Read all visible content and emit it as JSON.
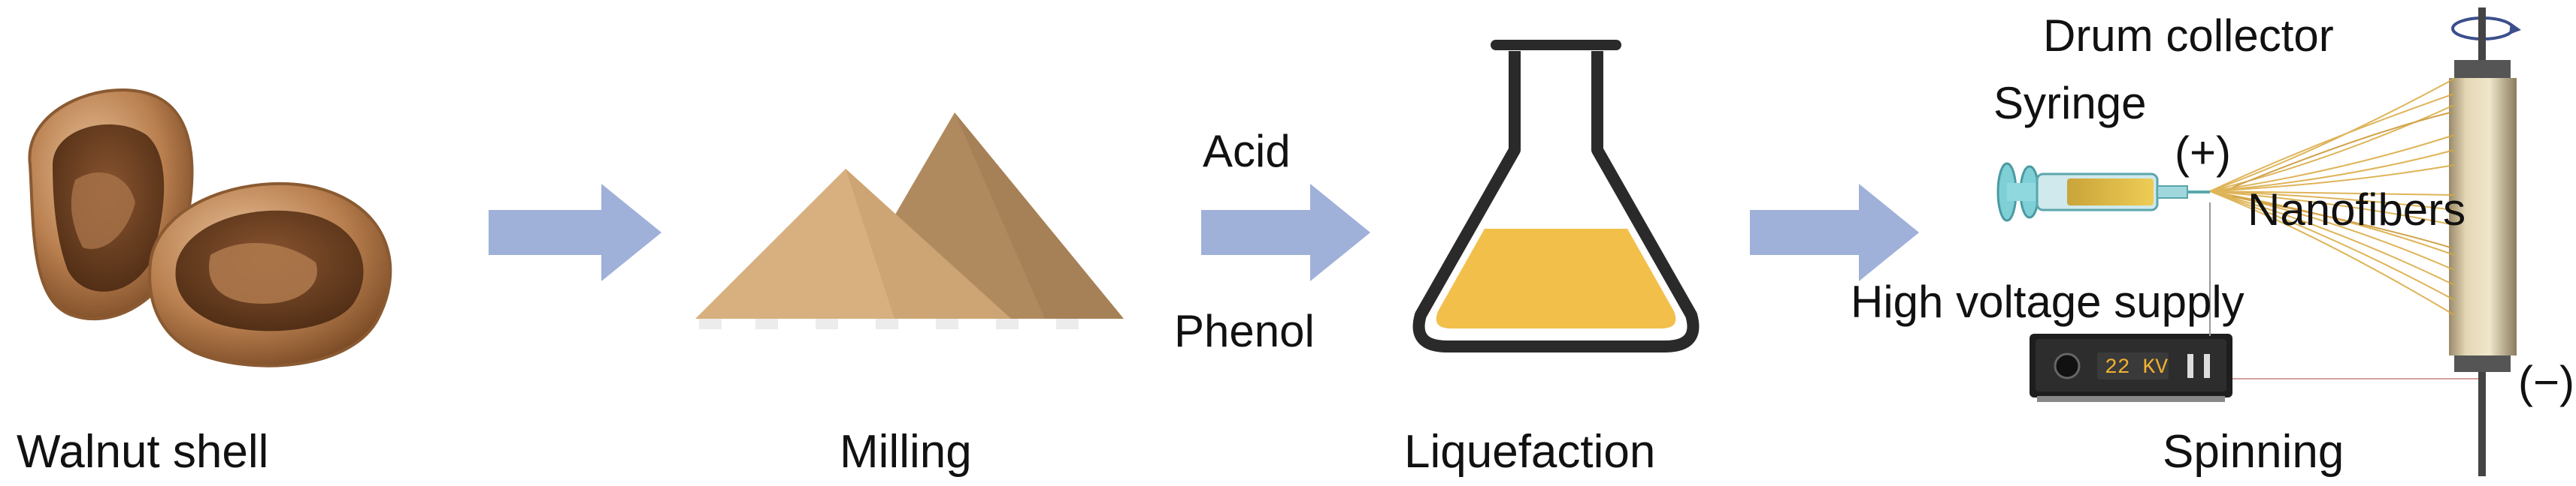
{
  "steps": [
    {
      "label": "Walnut shell"
    },
    {
      "label": "Milling"
    },
    {
      "label": "Liquefaction"
    },
    {
      "label": "Spinning"
    }
  ],
  "reagents": {
    "top": "Acid",
    "bottom": "Phenol"
  },
  "spinning_parts": {
    "drum_collector": "Drum collector",
    "syringe": "Syringe",
    "positive": "(+)",
    "nanofibers": "Nanofibers",
    "power_supply": "High voltage supply",
    "display": "22 KV",
    "negative": "(−)"
  },
  "colors": {
    "arrow": "#9fb0d9",
    "powder_dark": "#b08a5f",
    "powder_light": "#d8b07f",
    "liquid": "#f2c04a",
    "flask_outline": "#2a2a2a",
    "walnut": "#c49068"
  },
  "icons": [
    "walnut-shell-image",
    "powder-pile-icon",
    "flask-icon",
    "syringe-icon",
    "drum-collector-icon",
    "power-supply-icon"
  ]
}
